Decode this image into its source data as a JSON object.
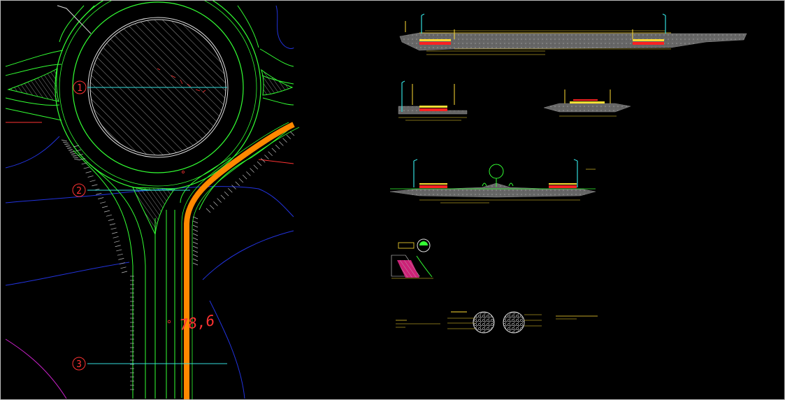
{
  "drawing": {
    "section_markers": [
      {
        "label": "1"
      },
      {
        "label": "2"
      },
      {
        "label": "3"
      }
    ],
    "elevation_label": "78,6"
  },
  "colors": {
    "background": "#000000",
    "road_edge": "#33ff33",
    "median": "#dddddd",
    "marker": "#ff3333",
    "cyan_line": "#33dddd",
    "terrain_blue": "#2233dd",
    "terrain_magenta": "#cc22cc",
    "bike_lane": "#ff8800",
    "section_gray": "#8a8a8a",
    "section_yellow": "#ffdd33",
    "section_red": "#ff2222"
  }
}
